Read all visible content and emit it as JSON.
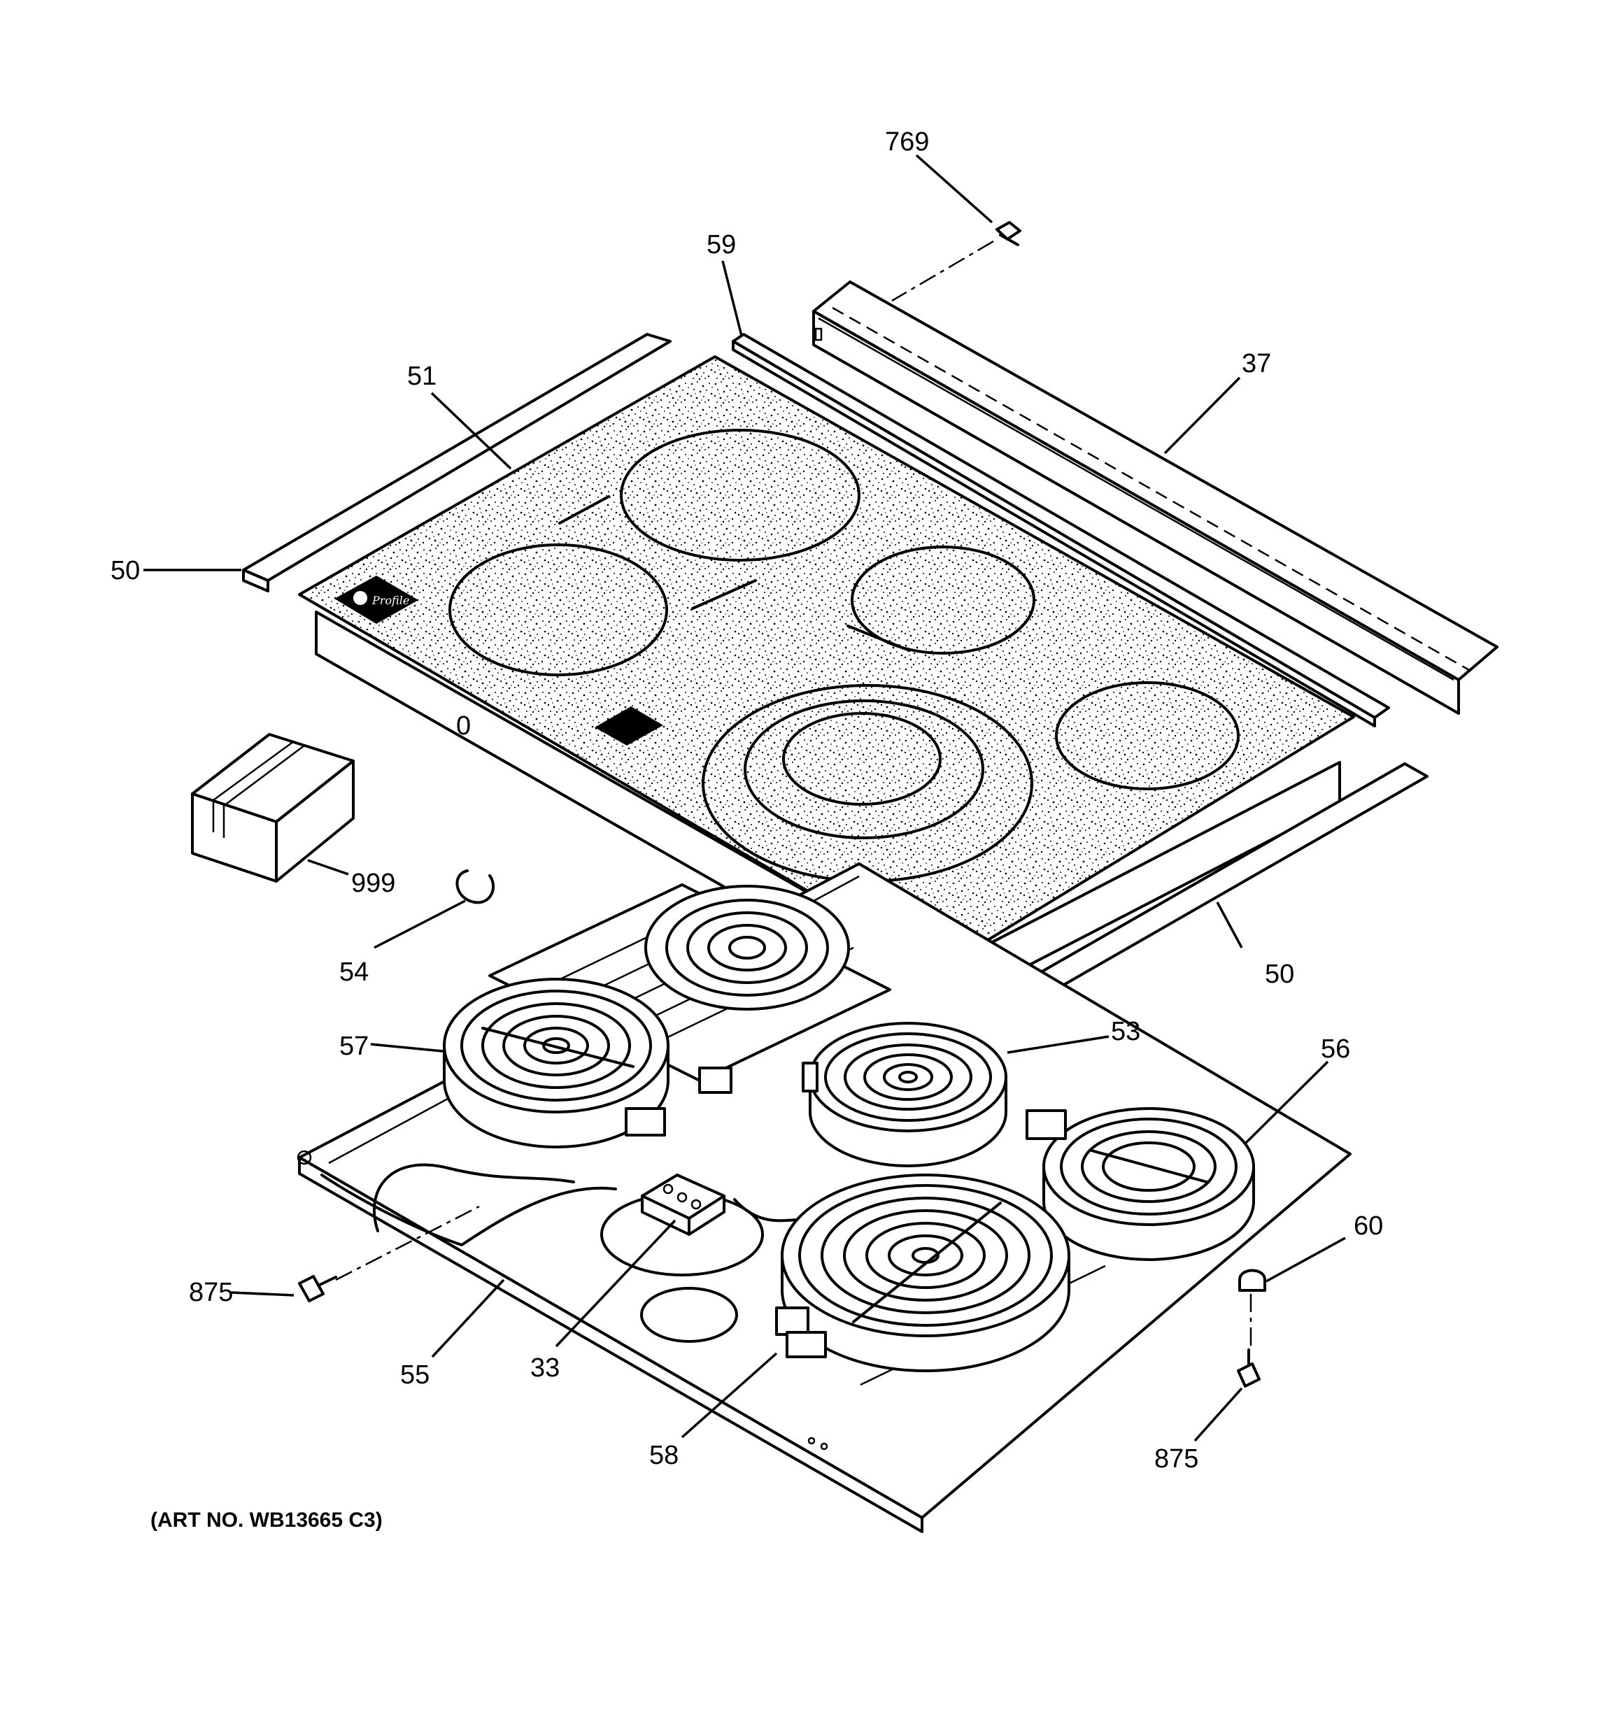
{
  "diagram": {
    "art_number": "(ART NO. WB13665 C3)",
    "badge_text": "Profile",
    "callouts": {
      "c769": "769",
      "c59": "59",
      "c37": "37",
      "c51": "51",
      "c50_left": "50",
      "c50_right": "50",
      "c999": "999",
      "c54": "54",
      "c57": "57",
      "c53": "53",
      "c56": "56",
      "c60": "60",
      "c875_left": "875",
      "c875_right": "875",
      "c55": "55",
      "c33": "33",
      "c58": "58"
    }
  }
}
